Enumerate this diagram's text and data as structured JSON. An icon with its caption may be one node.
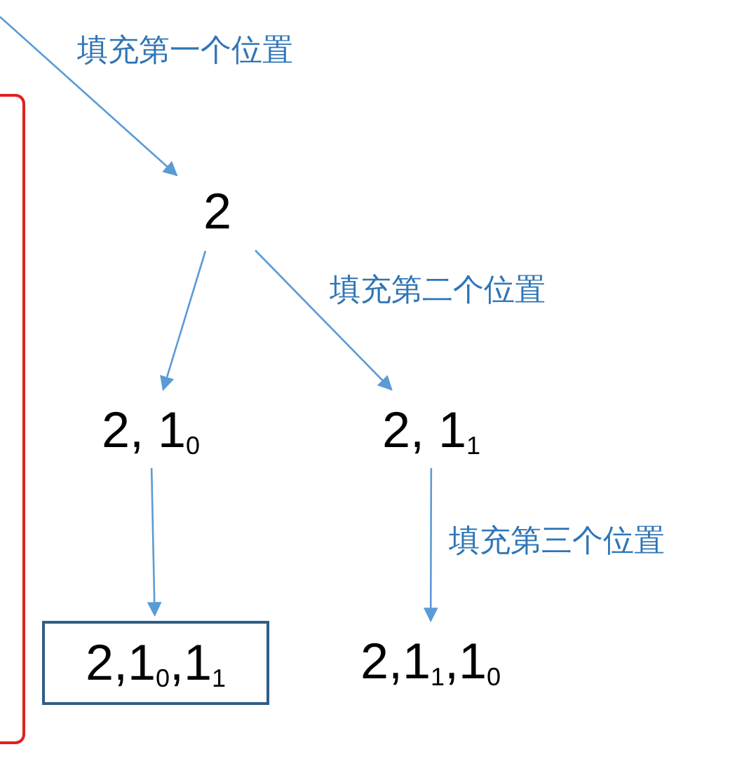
{
  "diagram": {
    "nodes": [
      {
        "text": [
          "2"
        ]
      },
      {
        "text": [
          "2, 1$_{0}$"
        ]
      },
      {
        "text": [
          "2, 1$_{1}$"
        ]
      },
      {
        "text": [
          "2,1$_{0}$,1$_{1}$"
        ]
      },
      {
        "text": [
          "2,1$_{1}$,1$_{0}$"
        ]
      }
    ],
    "edges": [
      {
        "from": null,
        "to": 0,
        "arrow": "to",
        "label": "填充第一个位置"
      },
      {
        "from": 0,
        "to": 1,
        "arrow": "to"
      },
      {
        "from": 0,
        "to": 2,
        "arrow": "to",
        "label": "填充第二个位置"
      },
      {
        "from": 1,
        "to": 3,
        "arrow": "to"
      },
      {
        "from": 2,
        "to": 4,
        "arrow": "to",
        "label": "填充第三个位置"
      }
    ]
  }
}
